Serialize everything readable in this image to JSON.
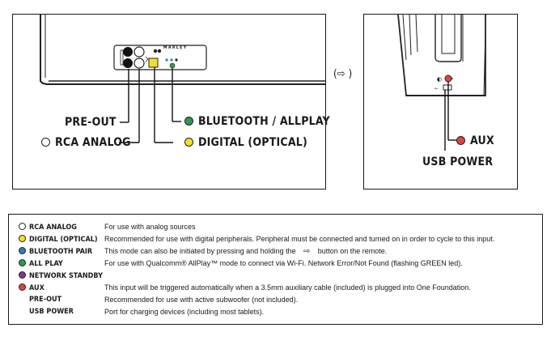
{
  "callouts": {
    "pre_out": "PRE-OUT",
    "rca_analog": "RCA ANALOG",
    "bluetooth_allplay": "BLUETOOTH / ALLPLAY",
    "digital_optical": "DIGITAL (OPTICAL)",
    "aux": "AUX",
    "usb_power": "USB POWER"
  },
  "device_brand": "MARLEY",
  "arrow_symbol": "(⇨ )",
  "colors": {
    "rca_analog": "#ffffff",
    "digital_optical": "#f2df2c",
    "bluetooth": "#2b7fb8",
    "allplay": "#2e9a4f",
    "network_standby": "#7b3a8c",
    "aux": "#e0453a"
  },
  "legend": [
    {
      "name": "RCA ANALOG",
      "dot": "#ffffff",
      "desc": "For use with analog sources"
    },
    {
      "name": "DIGITAL (OPTICAL)",
      "dot": "#f2df2c",
      "desc": "Recommended for use with digital peripherals. Peripheral must be connected and turned on in order to cycle to this input."
    },
    {
      "name": "BLUETOOTH PAIR",
      "dot": "#2b7fb8",
      "desc_pre": "This mode can also be initiated by pressing and holding the",
      "desc_icon": "⇨",
      "desc_post": "button on the remote."
    },
    {
      "name": "ALL PLAY",
      "dot": "#2e9a4f",
      "desc": "For use with Qualcomm® AllPlay™ mode to connect via Wi-Fi. Network Error/Not Found (flashing GREEN led)."
    },
    {
      "name": "NETWORK STANDBY",
      "dot": "#7b3a8c",
      "desc": ""
    },
    {
      "name": "AUX",
      "dot": "#e0453a",
      "desc": "This input will be triggered automatically when a 3.5mm auxiliary cable (included) is plugged into One Foundation."
    },
    {
      "name": "PRE-OUT",
      "dot": "",
      "desc": "Recommended for use with active subwoofer (not included)."
    },
    {
      "name": "USB POWER",
      "dot": "",
      "desc": "Port for charging devices (including most tablets)."
    }
  ]
}
